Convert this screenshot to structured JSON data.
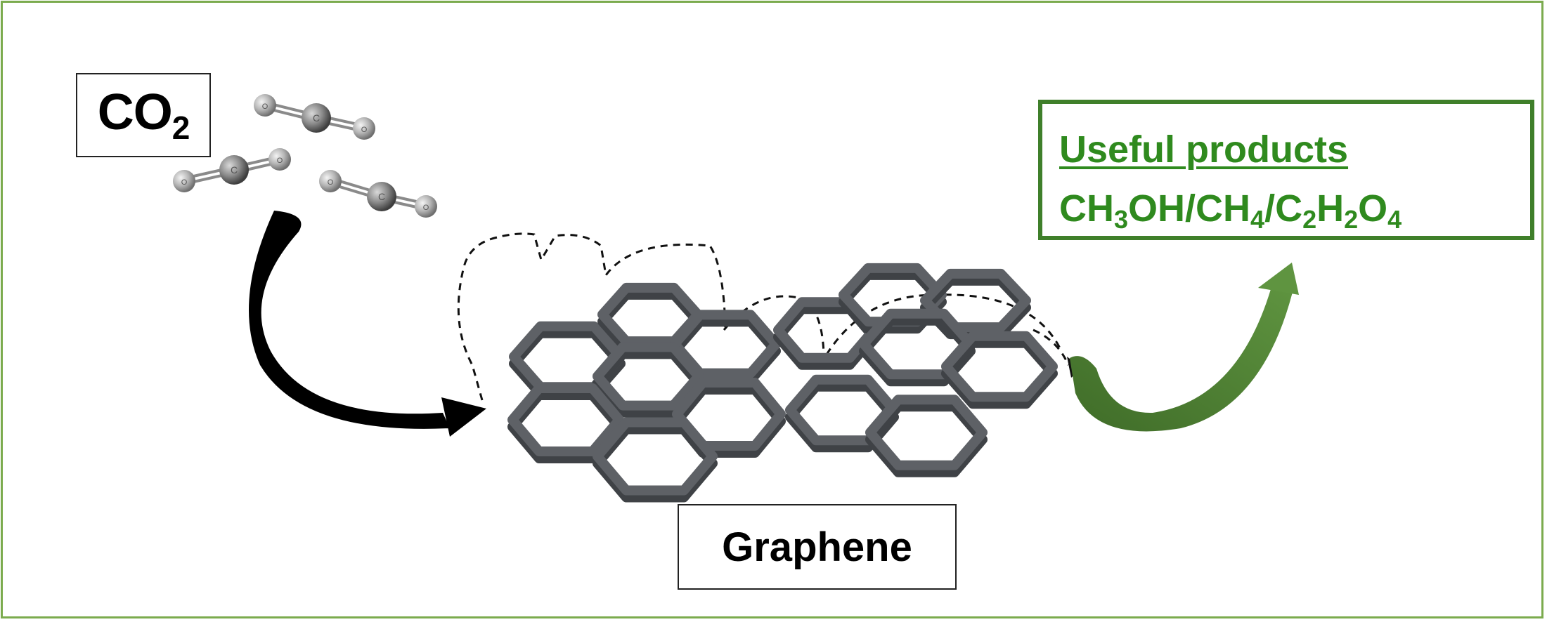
{
  "co2_label": {
    "main": "CO",
    "sub": "2"
  },
  "products": {
    "title": "Useful products",
    "formula_parts": [
      {
        "t": "CH"
      },
      {
        "s": "3"
      },
      {
        "t": "OH/CH"
      },
      {
        "s": "4"
      },
      {
        "t": "/C"
      },
      {
        "s": "2"
      },
      {
        "t": "H"
      },
      {
        "s": "2"
      },
      {
        "t": "O"
      },
      {
        "s": "4"
      }
    ]
  },
  "graphene_label": "Graphene",
  "molecule_atom_labels": {
    "carbon": "C",
    "oxygen": "O"
  },
  "colors": {
    "frame": "#7bab4e",
    "products_text": "#2f8a1e",
    "products_border": "#3f7f2a",
    "green_arrow": "#4a7a30",
    "black_arrow": "#000000",
    "hexagon": "#5e6166"
  }
}
